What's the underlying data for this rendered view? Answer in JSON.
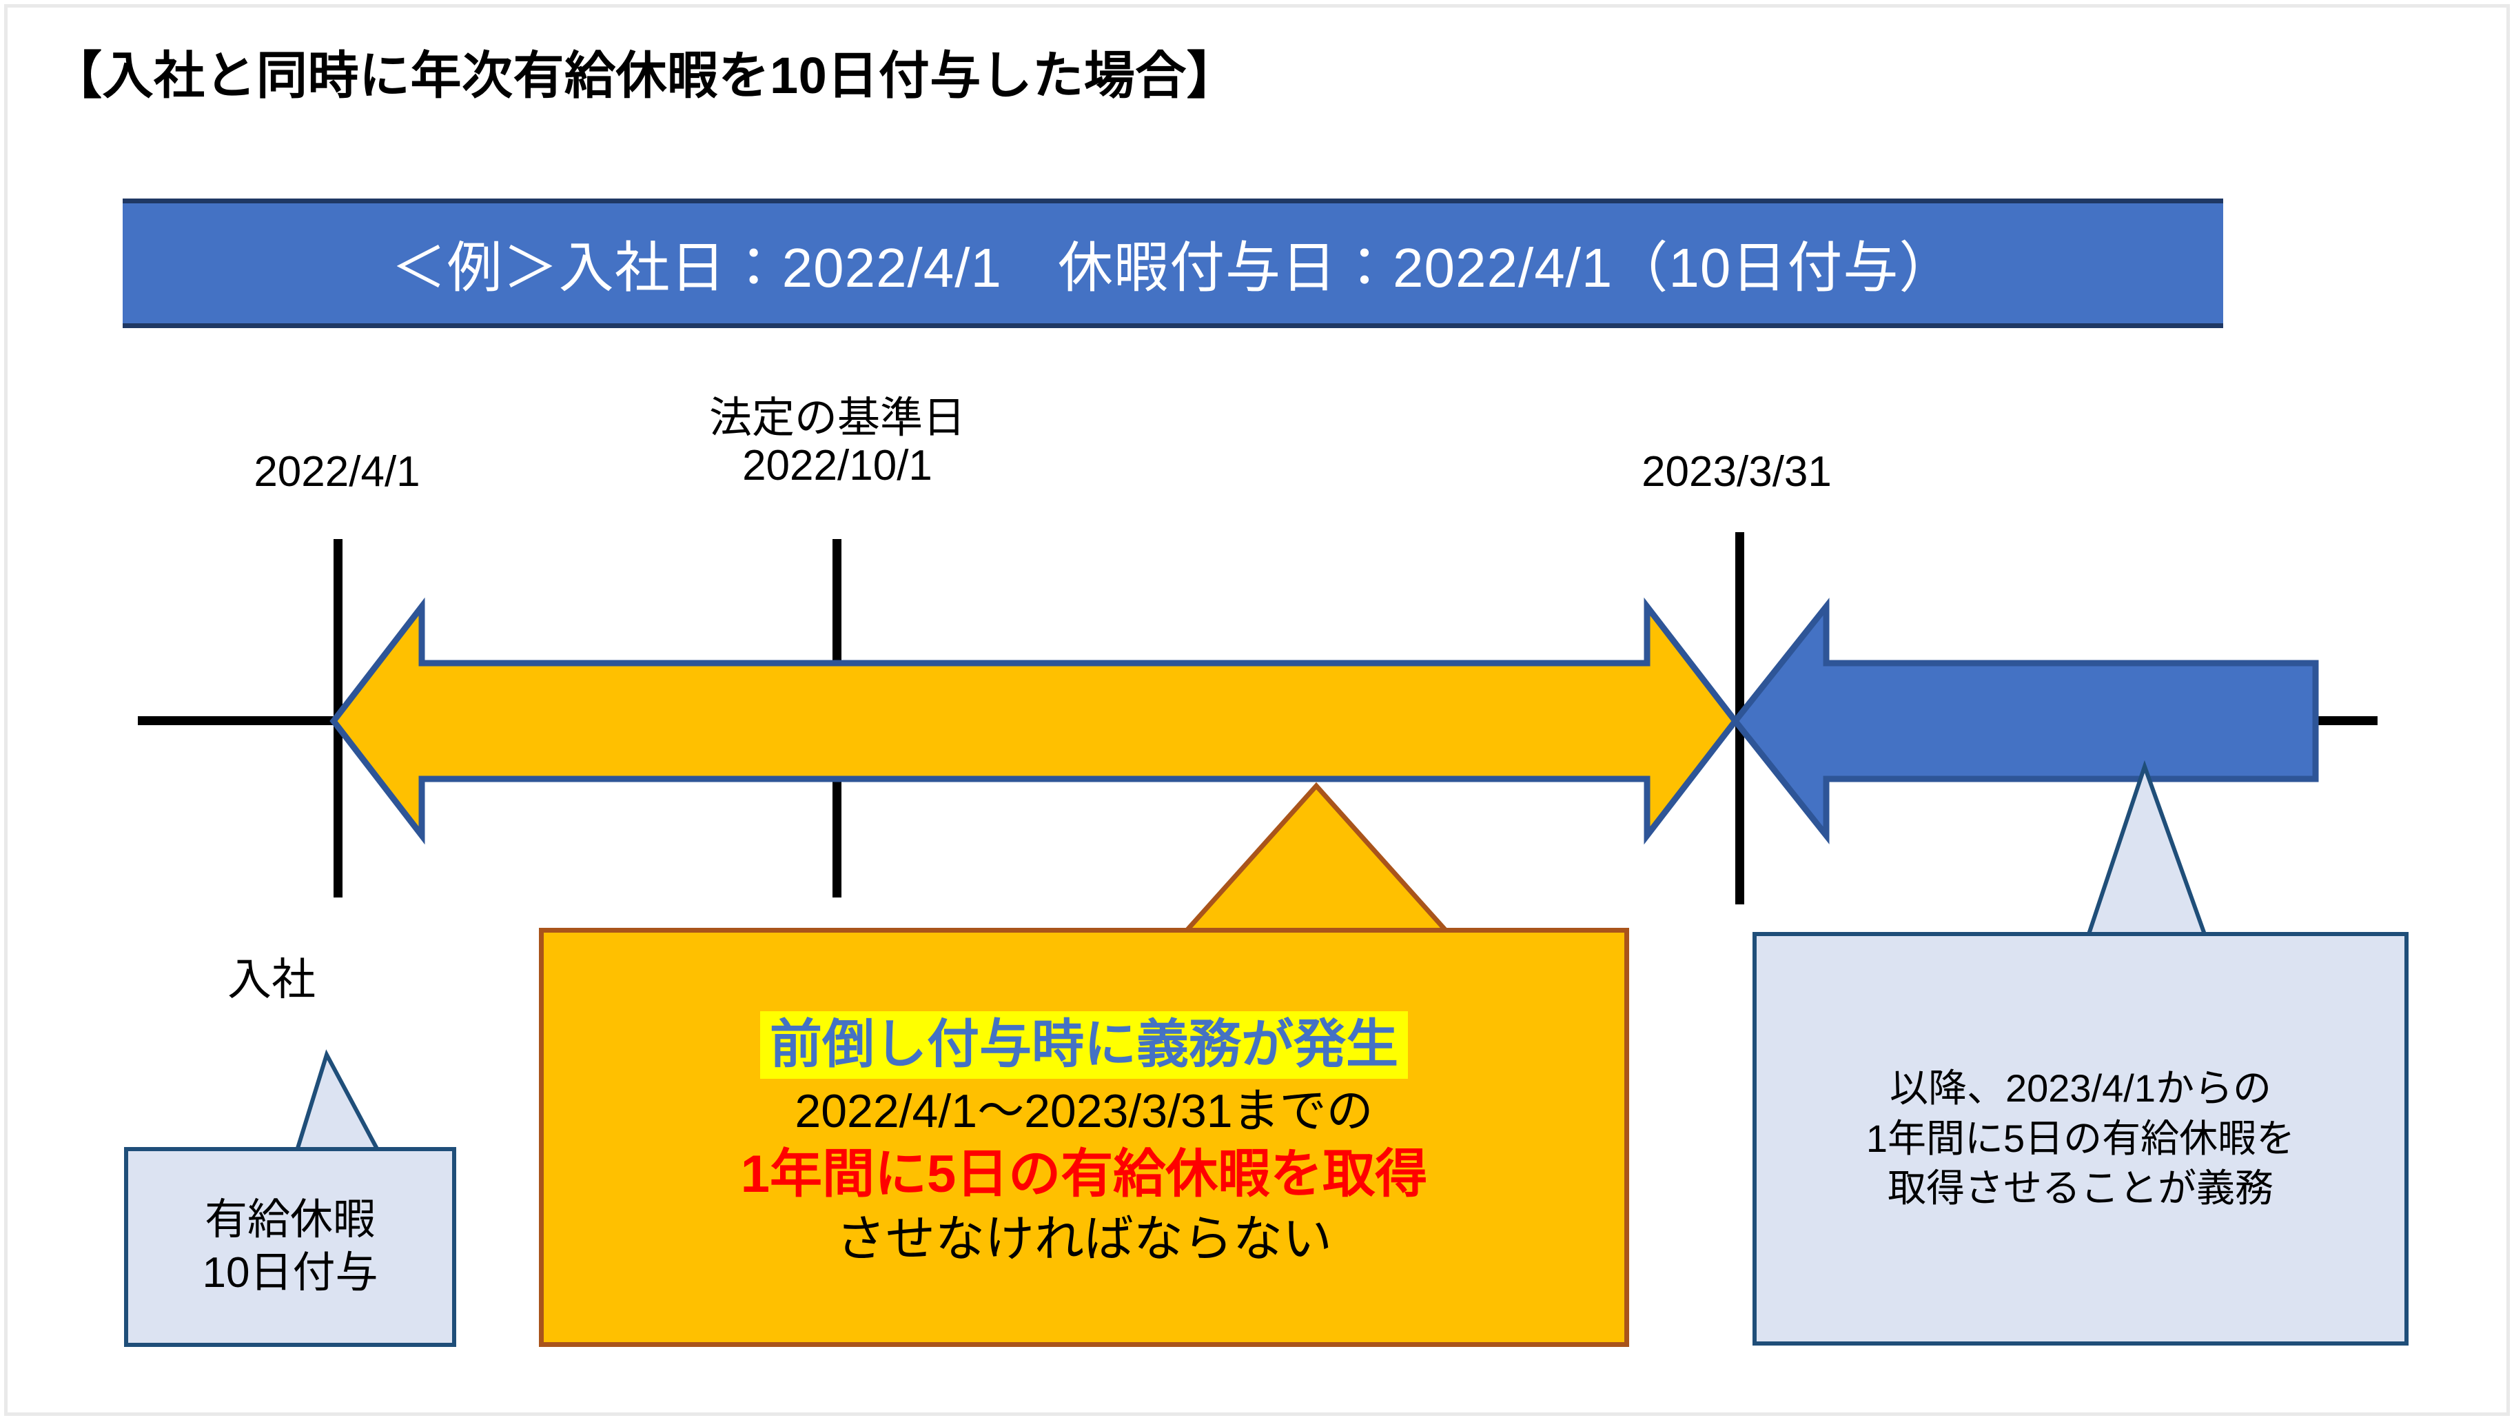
{
  "document": {
    "title": "【入社と同時に年次有給休暇を10日付与した場合】"
  },
  "banner": {
    "text": "＜例＞入社日：2022/4/1　休暇付与日：2022/4/1（10日付与）",
    "background_color": "#4472C4",
    "border_color": "#1F3864",
    "text_color": "#FFFFFF"
  },
  "timeline": {
    "axis_color": "#000000",
    "ticks": [
      {
        "id": "tick-start",
        "date": "2022/4/1",
        "heading": ""
      },
      {
        "id": "tick-statutory",
        "date": "2022/10/1",
        "heading": "法定の基準日"
      },
      {
        "id": "tick-end",
        "date": "2023/3/31",
        "heading": ""
      }
    ],
    "arrows": [
      {
        "id": "obligation-period-arrow",
        "style": "double-headed",
        "fill": "#FFC000",
        "stroke": "#2E5597",
        "from_date": "2022/4/1",
        "to_date": "2023/3/31"
      },
      {
        "id": "next-period-arrow",
        "style": "single-headed-left",
        "fill": "#4472C4",
        "stroke": "#2E5597",
        "from_date": "2023/3/31",
        "direction": "以降"
      }
    ]
  },
  "callouts": {
    "entry_label": "入社",
    "left_box": {
      "lines": [
        "有給休暇",
        "10日付与"
      ],
      "fill": "#DCE3F2",
      "stroke": "#1F4E79"
    },
    "orange_box": {
      "line1": "前倒し付与時に義務が発生",
      "line1_text_color": "#4472C4",
      "line1_highlight_color": "#FFFF00",
      "line2": "2022/4/1～2023/3/31までの",
      "line3": "1年間に5日の有給休暇を取得",
      "line3_text_color": "#FF0000",
      "line4": "させなければならない",
      "fill": "#FFC000",
      "stroke": "#A9541B"
    },
    "right_box": {
      "lines": [
        "以降、2023/4/1からの",
        "1年間に5日の有給休暇を",
        "取得させることが義務"
      ],
      "fill": "#DCE3F2",
      "stroke": "#1F4E79"
    }
  }
}
